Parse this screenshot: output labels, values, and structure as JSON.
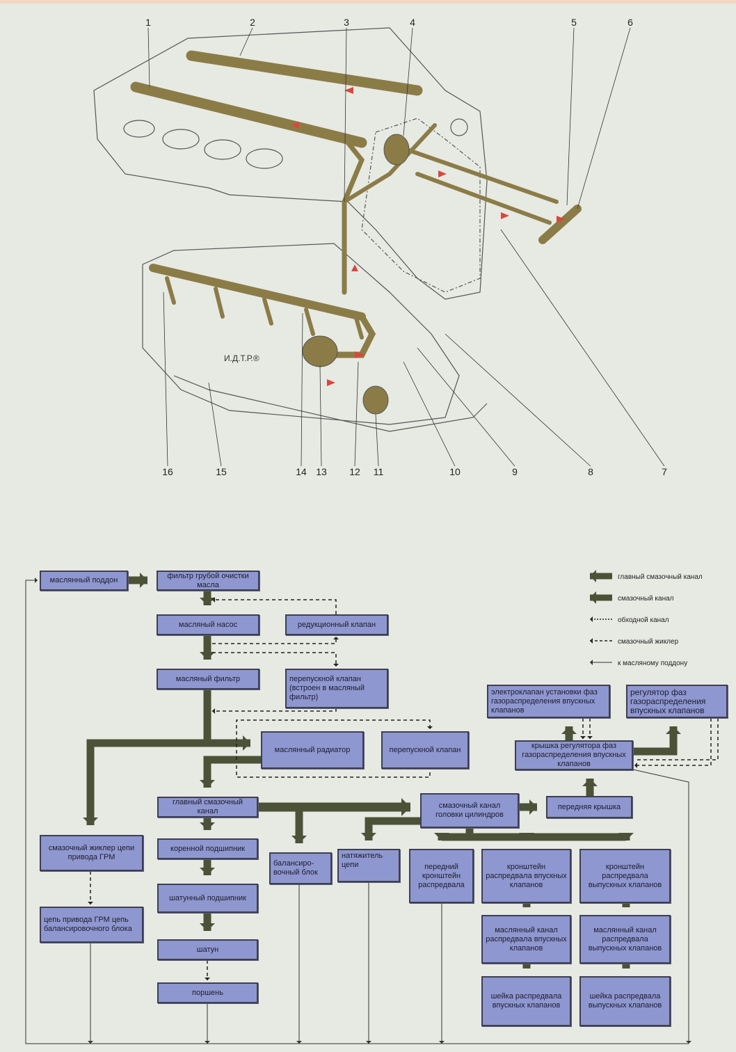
{
  "illustration": {
    "callouts_top": [
      "1",
      "2",
      "3",
      "4",
      "5",
      "6"
    ],
    "callouts_bottom": [
      "16",
      "15",
      "14",
      "13",
      "12",
      "11",
      "10",
      "9",
      "8",
      "7"
    ],
    "brand_mark": "И.Д.Т.Р.®"
  },
  "legend": [
    {
      "label": "главный смазочный канал",
      "style": "main-arrow"
    },
    {
      "label": "смазочный канал",
      "style": "arrow"
    },
    {
      "label": "обходной канал",
      "style": "dotted"
    },
    {
      "label": "смазочный жиклер",
      "style": "dashed"
    },
    {
      "label": "к масляному поддону",
      "style": "thin"
    }
  ],
  "flow": {
    "oil_pan": "маслянный поддон",
    "strainer": "фильтр грубой очистки масла",
    "oil_pump": "масляный насос",
    "relief_valve": "редукционный клапан",
    "oil_filter": "масляный фильтр",
    "filter_bypass": "перепускной клапан (встроен в масляный фильтр)",
    "oil_cooler": "маслянный радиатор",
    "cooler_bypass": "перепускной клапан",
    "main_gallery": "главный смазочный канал",
    "head_gallery": "смазочный канал головки цилиндров",
    "front_cover": "передняя крышка",
    "vvt_cover": "крышка регулятора фаз газораспределения впускных клапанов",
    "vvt_solenoid": "электроклапан установки фаз газораспределения впускных клапанов",
    "vvt_actuator": "регулятор фаз газораспределения впускных клапанов",
    "chain_jet": "смазочный жиклер цепи привода ГРМ",
    "chain": "цепь привода ГРМ цепь балансировочного блока",
    "main_bearing": "коренной подшипник",
    "rod_bearing": "шатунный подшипник",
    "con_rod": "шатун",
    "piston": "поршень",
    "balancer": "балансиро-вочный блок",
    "tensioner": "натяжитель цепи",
    "front_cam_bracket": "передний кронштейн распредвала",
    "intake_cam_bracket": "кронштейн распредвала впускных клапанов",
    "exhaust_cam_bracket": "кронштейн распредвала выпускных клапанов",
    "intake_cam_channel": "маслянный канал распредвала впускных клапанов",
    "exhaust_cam_channel": "маслянный канал распредвала выпускных клапанов",
    "intake_journal": "шейка распредвала впускных клапанов",
    "exhaust_journal": "шейка распредвала выпускных клапанов"
  },
  "colors": {
    "box": "#8f97d0",
    "arrow": "#4b5237",
    "tube": "#8b7c47",
    "flow_arrow": "#d9473c"
  }
}
